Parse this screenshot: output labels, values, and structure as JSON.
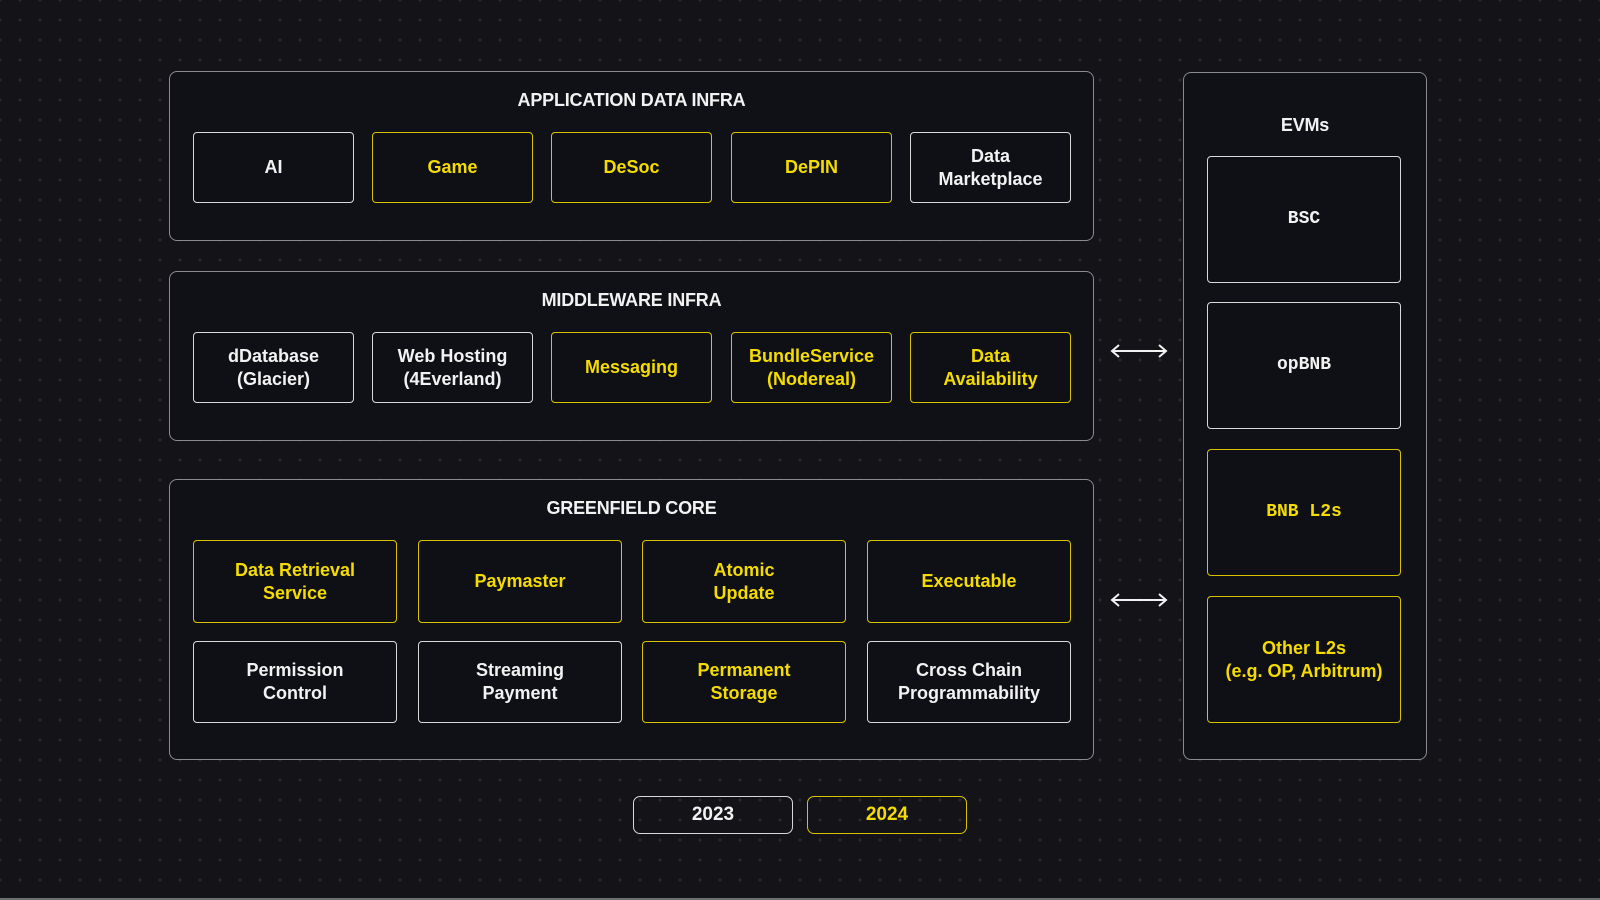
{
  "colors": {
    "background": "#131318",
    "panel": "#101116",
    "existing_2023": "#f2f2f2",
    "new_2024": "#f5dc00"
  },
  "application": {
    "title": "APPLICATION DATA INFRA",
    "items": [
      {
        "label": "AI",
        "year": "2023"
      },
      {
        "label": "Game",
        "year": "2024"
      },
      {
        "label": "DeSoc",
        "year": "2024"
      },
      {
        "label": "DePIN",
        "year": "2024"
      },
      {
        "label": "Data\nMarketplace",
        "year": "2023"
      }
    ]
  },
  "middleware": {
    "title": "MIDDLEWARE INFRA",
    "items": [
      {
        "label": "dDatabase\n(Glacier)",
        "year": "2023"
      },
      {
        "label": "Web Hosting\n(4Everland)",
        "year": "2023"
      },
      {
        "label": "Messaging",
        "year": "2024"
      },
      {
        "label": "BundleService\n(Nodereal)",
        "year": "2024"
      },
      {
        "label": "Data\nAvailability",
        "year": "2024"
      }
    ]
  },
  "core": {
    "title": "GREENFIELD CORE",
    "items": [
      {
        "label": "Data Retrieval\nService",
        "year": "2024"
      },
      {
        "label": "Paymaster",
        "year": "2024"
      },
      {
        "label": "Atomic\nUpdate",
        "year": "2024"
      },
      {
        "label": "Executable",
        "year": "2024"
      },
      {
        "label": "Permission\nControl",
        "year": "2023"
      },
      {
        "label": "Streaming\nPayment",
        "year": "2023"
      },
      {
        "label": "Permanent\nStorage",
        "year": "2024"
      },
      {
        "label": "Cross Chain\nProgrammability",
        "year": "2023"
      }
    ]
  },
  "evms": {
    "title": "EVMs",
    "items": [
      {
        "label": "BSC",
        "year": "2023"
      },
      {
        "label": "opBNB",
        "year": "2023"
      },
      {
        "label": "BNB L2s",
        "year": "2024"
      },
      {
        "label": "Other L2s\n(e.g. OP, Arbitrum)",
        "year": "2024"
      }
    ]
  },
  "connectors": [
    {
      "from": "middleware",
      "to": "evms",
      "icon": "double-arrow-icon"
    },
    {
      "from": "core",
      "to": "evms",
      "icon": "double-arrow-icon"
    }
  ],
  "legend": [
    {
      "label": "2023"
    },
    {
      "label": "2024"
    }
  ]
}
